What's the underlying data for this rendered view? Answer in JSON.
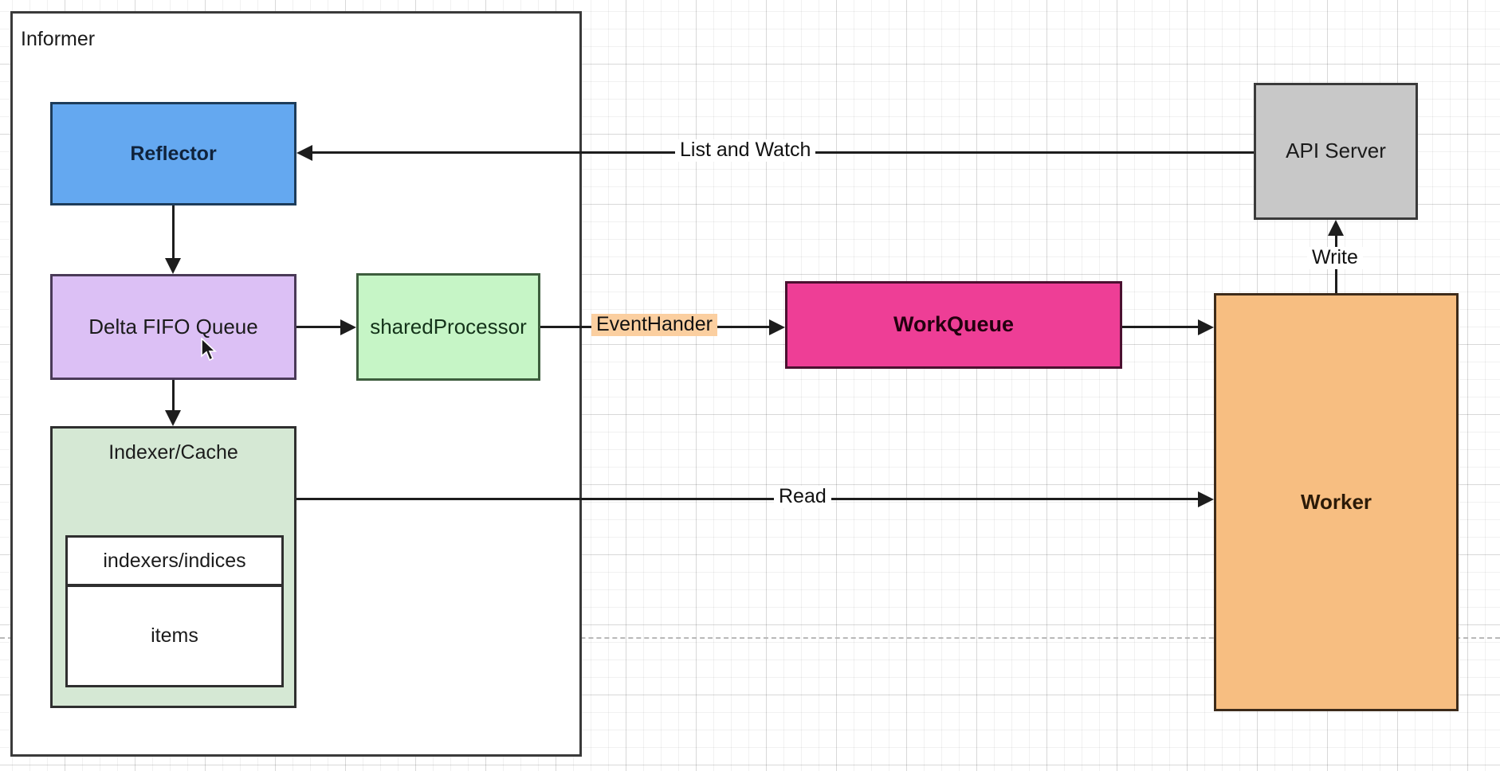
{
  "diagram": {
    "title_container": "Informer",
    "nodes": {
      "reflector": "Reflector",
      "delta_fifo_queue": "Delta FIFO Queue",
      "shared_processor": "sharedProcessor",
      "indexer_cache": "Indexer/Cache",
      "indexers_indices": "indexers/indices",
      "items": "items",
      "work_queue": "WorkQueue",
      "api_server": "API Server",
      "worker": "Worker"
    },
    "edge_labels": {
      "list_and_watch": "List and Watch",
      "event_hander": "EventHander",
      "read": "Read",
      "write": "Write"
    },
    "colors": {
      "reflector": "#64A8F0",
      "delta_fifo_queue": "#DCC0F5",
      "shared_processor": "#C6F5C6",
      "indexer_cache": "#D5E8D4",
      "work_queue": "#EE3E96",
      "api_server": "#C8C8C8",
      "worker": "#F7BE81",
      "event_hander_highlight": "#FBCFA0",
      "edge": "#1D1D1D",
      "canvas": "#FFFFFF"
    }
  }
}
